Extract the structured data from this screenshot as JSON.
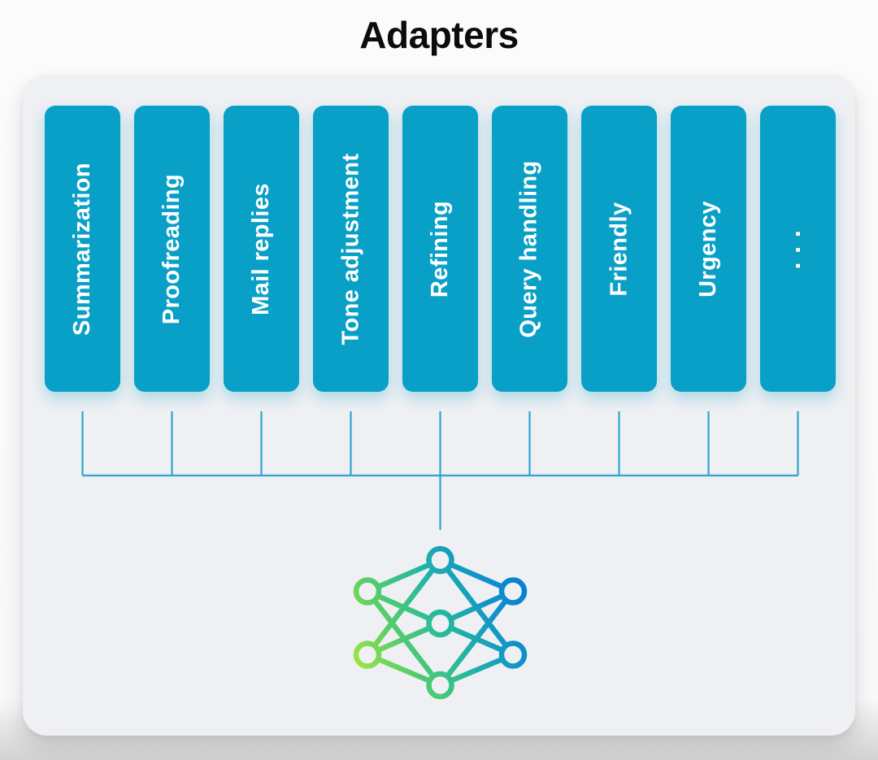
{
  "title": "Adapters",
  "panel": {
    "adapters": [
      "Summarization",
      "Proofreading",
      "Mail replies",
      "Tone adjustment",
      "Refining",
      "Query handling",
      "Friendly",
      "Urgency",
      "···"
    ]
  },
  "network_icon": {
    "name": "neural-network-icon",
    "nodes": 7
  },
  "colors": {
    "page_bg": "#FBFBFC",
    "panel_bg": "#EFF0F3",
    "adapter_fill": "#09A0C7",
    "adapter_text": "#FFFFFF",
    "connector": "#2EA5CC",
    "title_text": "#0C0C0E",
    "network_gradient": [
      "#A8E73D",
      "#52CB6F",
      "#23B8A0",
      "#1194C9",
      "#0A80D1"
    ]
  }
}
